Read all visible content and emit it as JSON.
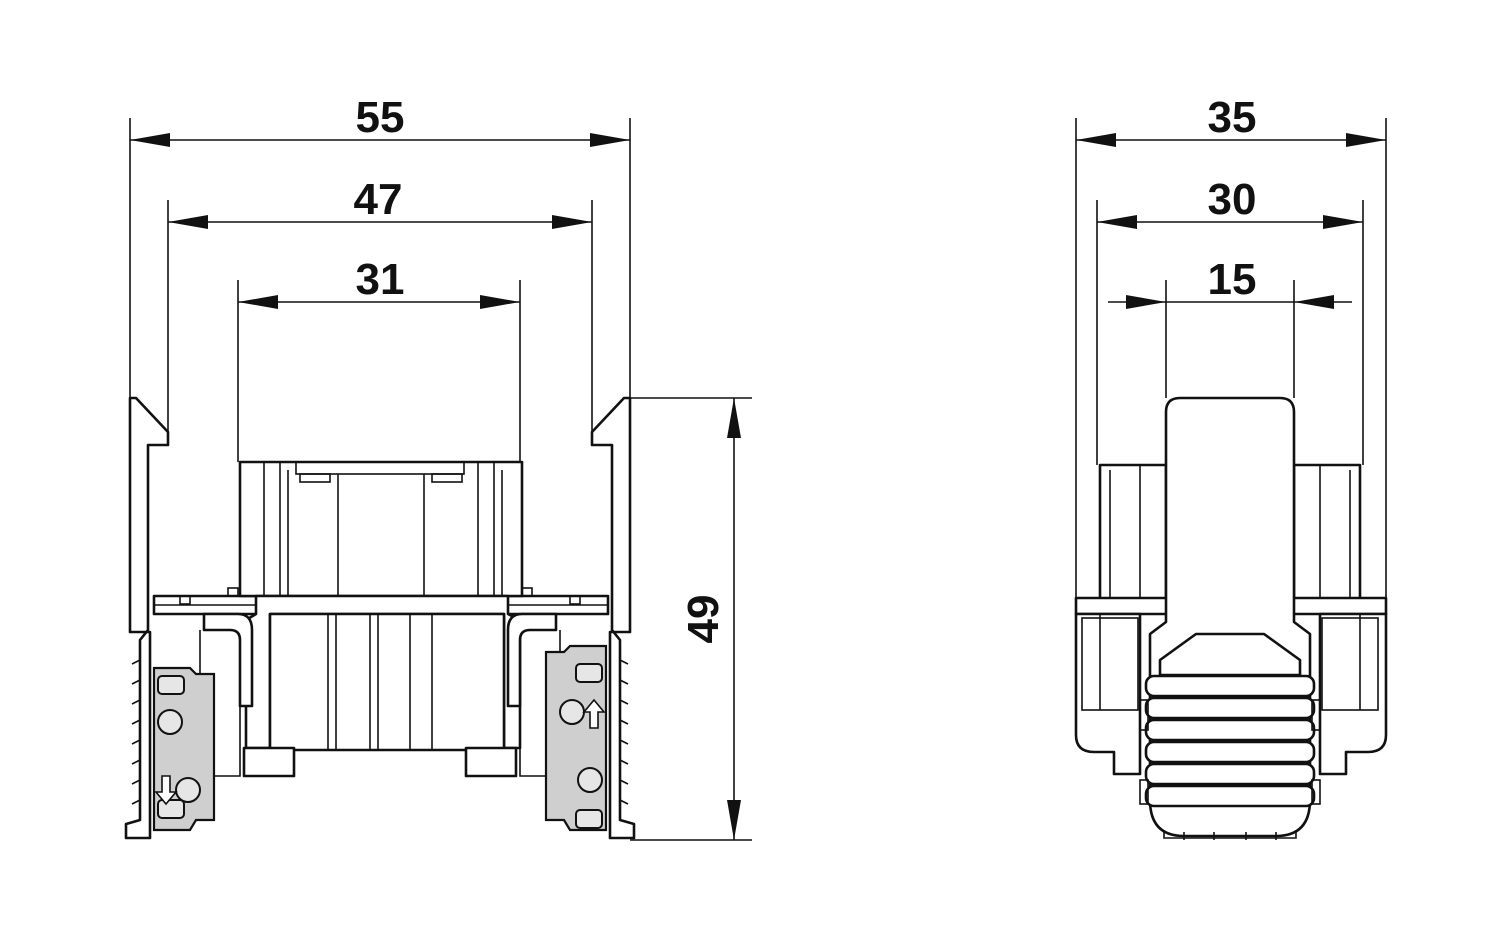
{
  "drawing": {
    "front_view": {
      "dimensions": {
        "overall_width": "55",
        "housing_width": "47",
        "insert_width": "31",
        "height": "49"
      }
    },
    "side_view": {
      "dimensions": {
        "overall_width": "35",
        "housing_width": "30",
        "insert_width": "15"
      }
    },
    "colors": {
      "line": "#111111",
      "latch": "#cfcfcf",
      "background": "#ffffff"
    }
  }
}
